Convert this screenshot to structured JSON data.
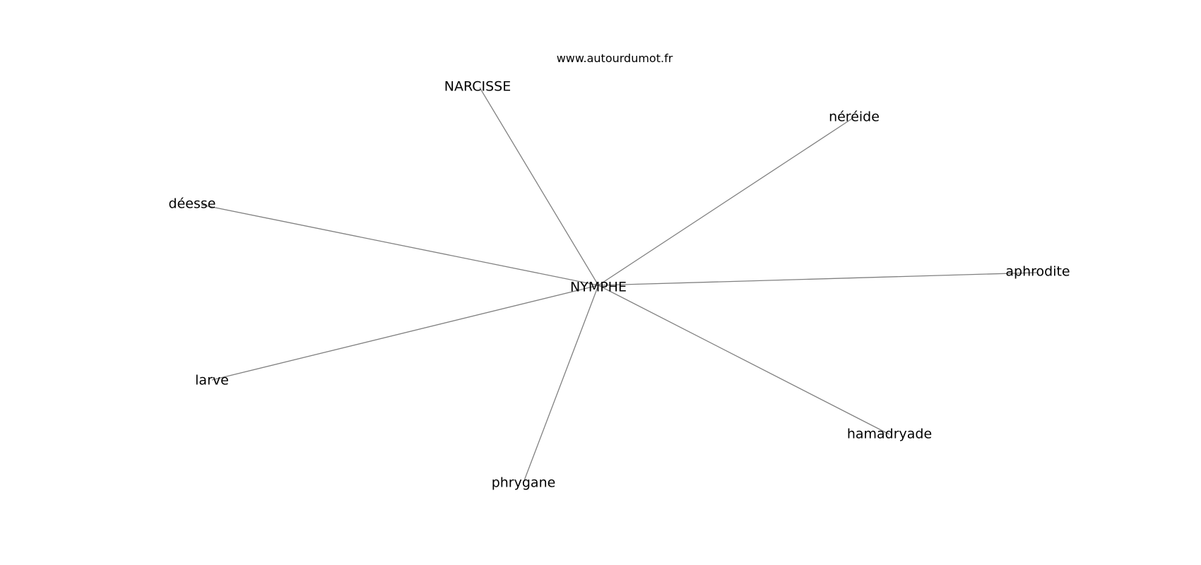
{
  "header": {
    "site": "www.autourdumot.fr"
  },
  "graph": {
    "center": "NYMPHE",
    "nodes": [
      "NARCISSE",
      "néréide",
      "déesse",
      "aphrodite",
      "larve",
      "hamadryade",
      "phrygane"
    ]
  },
  "colors": {
    "edge": "#808080",
    "text": "#000000",
    "background": "#ffffff"
  }
}
